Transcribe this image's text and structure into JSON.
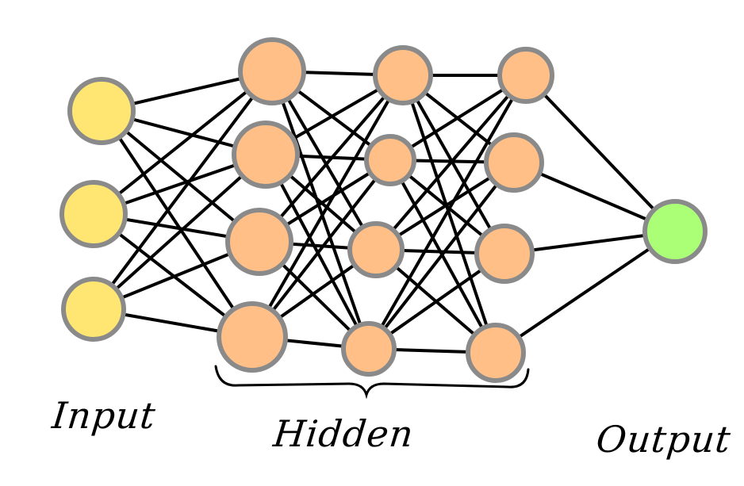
{
  "title": "Neural network diagram",
  "layers": [
    {
      "name": "input",
      "nodes": 3,
      "color": "#FFE673"
    },
    {
      "name": "hidden-1",
      "nodes": 4,
      "color": "#FFBF87"
    },
    {
      "name": "hidden-2",
      "nodes": 4,
      "color": "#FFBF87"
    },
    {
      "name": "hidden-3",
      "nodes": 4,
      "color": "#FFBF87"
    },
    {
      "name": "output",
      "nodes": 1,
      "color": "#AAFF77"
    }
  ],
  "stroke_color": "#8A8A8A",
  "labels": {
    "input": "Input",
    "hidden": "Hidden",
    "output": "Output"
  }
}
